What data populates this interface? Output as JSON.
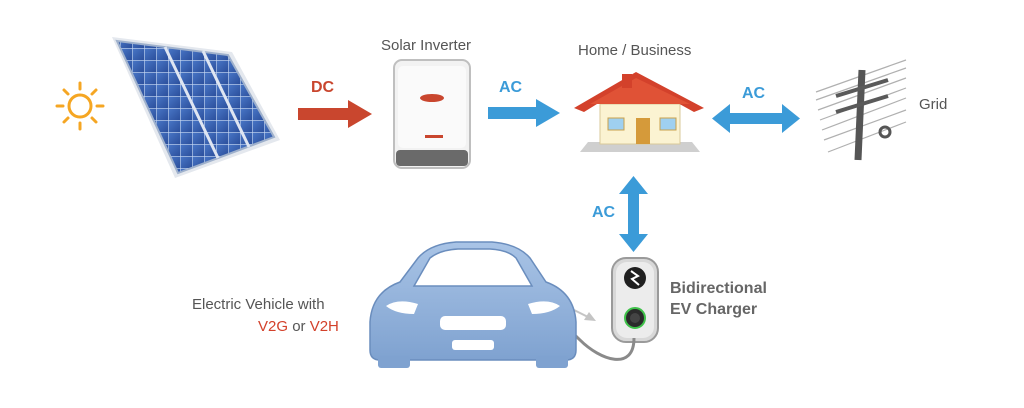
{
  "labels": {
    "inverter": "Solar Inverter",
    "home": "Home / Business",
    "grid": "Grid",
    "charger_line1": "Bidirectional",
    "charger_line2": "EV Charger",
    "ev_line1": "Electric Vehicle with",
    "ev_v2g": "V2G",
    "ev_or": "or",
    "ev_v2h": "V2H"
  },
  "flows": {
    "panel_to_inverter": "DC",
    "inverter_to_home": "AC",
    "home_grid": "AC",
    "home_charger": "AC"
  },
  "colors": {
    "ac_arrow": "#3b9bd8",
    "dc_arrow": "#c9462e",
    "highlight_text": "#d3412b",
    "sun": "#f5a623"
  },
  "icons": [
    "sun-icon",
    "solar-panel-icon",
    "inverter-icon",
    "house-icon",
    "power-pole-icon",
    "ev-charger-icon",
    "car-icon"
  ]
}
